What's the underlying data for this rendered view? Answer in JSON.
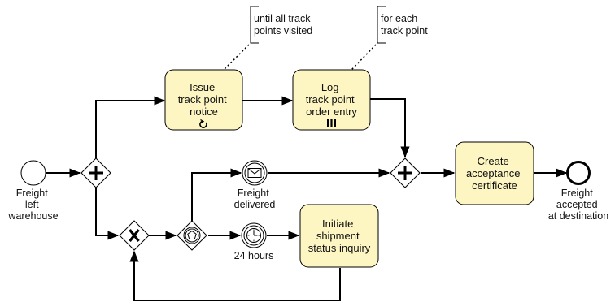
{
  "colors": {
    "task_fill": "#fdf6c3",
    "stroke": "#000000",
    "background": "#ffffff"
  },
  "events": {
    "start": {
      "lines": [
        "Freight",
        "left",
        "warehouse"
      ]
    },
    "msg": {
      "lines": [
        "Freight",
        "delivered"
      ]
    },
    "timer": {
      "lines": [
        "24 hours"
      ]
    },
    "end": {
      "lines": [
        "Freight",
        "accepted",
        "at destination"
      ]
    }
  },
  "tasks": {
    "issue": {
      "lines": [
        "Issue",
        "track point",
        "notice"
      ],
      "marker": "loop-icon"
    },
    "log": {
      "lines": [
        "Log",
        "track point",
        "order entry"
      ],
      "marker": "multi-instance-icon"
    },
    "initiate": {
      "lines": [
        "Initiate",
        "shipment",
        "status inquiry"
      ]
    },
    "create": {
      "lines": [
        "Create",
        "acceptance",
        "certificate"
      ]
    }
  },
  "annotations": {
    "loop": {
      "lines": [
        "until all track",
        "points visited"
      ]
    },
    "multi": {
      "lines": [
        "for each",
        "track point"
      ]
    }
  },
  "gateways": {
    "fork": "parallel-gateway-icon",
    "xor": "exclusive-gateway-icon",
    "event": "event-based-gateway-icon",
    "join": "parallel-gateway-icon"
  }
}
